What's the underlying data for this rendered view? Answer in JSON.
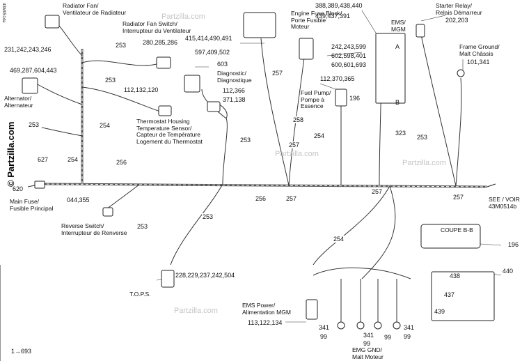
{
  "diagram": {
    "side_code": "43M0514a",
    "watermark": "© Partzilla.com",
    "watermark_short": "Partzilla.com"
  },
  "labels": {
    "radiator_fan": "Radiator Fan/\nVentilateur de Radiateur",
    "radiator_fan_switch": "Radiator Fan Switch/\nInterrupteur du Ventilateur",
    "alternator": "Alternator/\nAlternateur",
    "thermostat_sensor": "Thermostat Housing\nTemperature Sensor/\nCapteur de Température\nLogement du Thermostat",
    "diagnostic": "Diagnostic/\nDiagnostique",
    "engine_fuse_block": "Engine Fuse Block/\nPorte Fusible\nMoteur",
    "ems_mgm": "EMS/\nMGM",
    "starter_relay": "Starter Relay/\nRelais Démarreur",
    "frame_ground": "Frame Ground/\nMalt Châssis",
    "fuel_pump": "Fuel Pump/\nPompe à\nEssence",
    "main_fuse": "Main Fuse/\nFusible Principal",
    "reverse_switch": "Reverse Switch/\nInterrupteur de Renverse",
    "tops": "T.O.P.S.",
    "ems_power": "EMS Power/\nAlimentation MGM",
    "emg_gnd": "EMG GND/\nMalt Moteur",
    "see_voir": "SEE / VOIR\n43M0514b",
    "coupe": "COUPE B-B"
  },
  "part_numbers": {
    "radiator_fan": "231,242,243,246",
    "radiator_fan_switch": "280,285,286",
    "alternator": "469,287,604,443",
    "thermostat": "112,132,120",
    "diagnostic_a": "603",
    "diagnostic_b": "112,366",
    "diagnostic_c": "371,138",
    "group_a": "415,414,490,491",
    "group_b": "597,409,502",
    "ems_a": "388,389,438,440",
    "ems_b": "439,437,391",
    "fuse_block_a": "242,243,599",
    "fuse_block_b": "602,598,401",
    "fuse_block_c": "600,601,693",
    "fuel_pump": "112,370,365",
    "fuel_pump_conn": "196",
    "starter_relay": "202,203",
    "frame_ground": "101,341",
    "main_fuse_627": "627",
    "main_fuse_620": "620",
    "reverse_switch": "044,355",
    "tops": "228,229,237,242,504",
    "ems_power": "113,122,134",
    "coupe_num": "196",
    "n440": "440",
    "n438": "438",
    "n437": "437",
    "n439": "439",
    "g341a": "341",
    "g99a": "99",
    "g341b": "341",
    "g99b": "99",
    "g99c": "99",
    "g341c": "341",
    "g99d": "99",
    "bottom_ref": "1→693",
    "ems_a_mark": "A",
    "ems_b_mark": "B"
  },
  "wire_numbers": {
    "w253_a": "253",
    "w253_b": "253",
    "w253_c": "253",
    "w253_d": "253",
    "w253_e": "253",
    "w253_f": "253",
    "w253_g": "253",
    "w254_a": "254",
    "w254_b": "254",
    "w254_c": "254",
    "w254_d": "254",
    "w256_a": "256",
    "w256_b": "256",
    "w257_a": "257",
    "w257_b": "257",
    "w257_c": "257",
    "w257_d": "257",
    "w257_e": "257",
    "w258": "258",
    "w323": "323"
  }
}
